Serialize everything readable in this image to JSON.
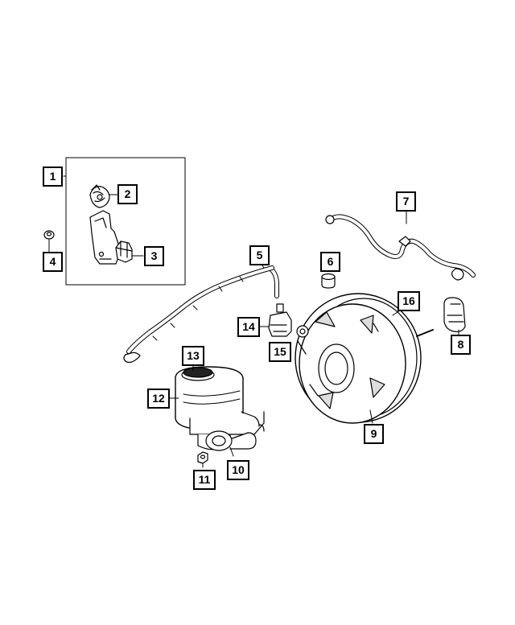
{
  "callouts": {
    "c1": "1",
    "c2": "2",
    "c3": "3",
    "c4": "4",
    "c5": "5",
    "c6": "6",
    "c7": "7",
    "c8": "8",
    "c9": "9",
    "c10": "10",
    "c11": "11",
    "c12": "12",
    "c13": "13",
    "c14": "14",
    "c15": "15",
    "c16": "16"
  },
  "colors": {
    "line": "#000000",
    "fill": "#ffffff",
    "shade": "#dddddd"
  }
}
